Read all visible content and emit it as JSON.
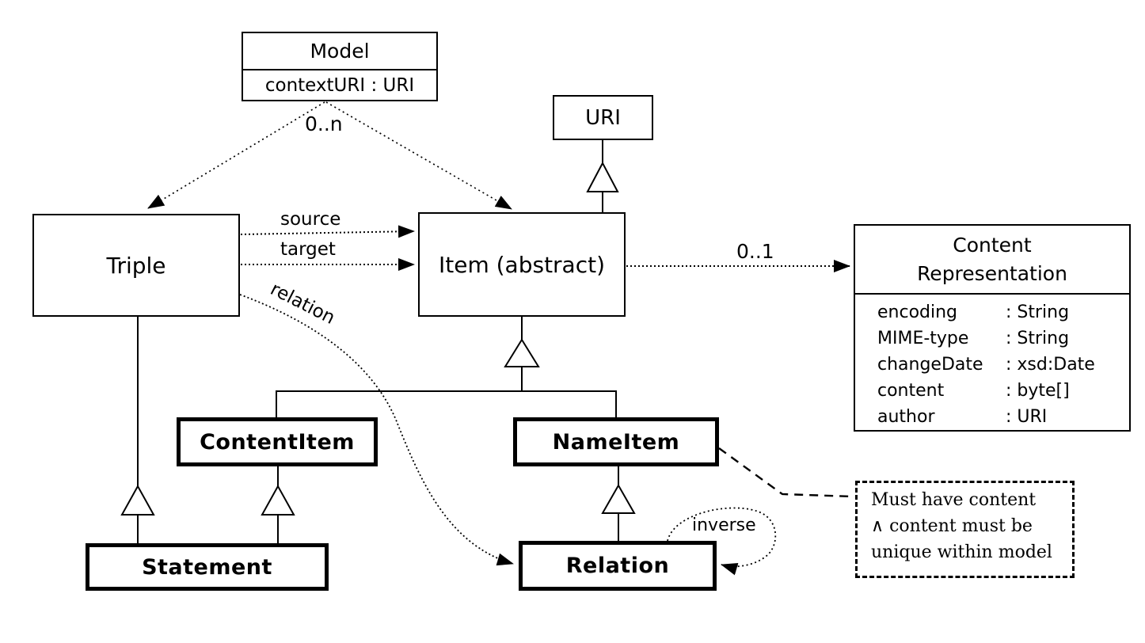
{
  "diagram": {
    "kind": "uml-class-diagram",
    "background_color": "#ffffff",
    "line_color": "#000000"
  },
  "classes": {
    "model": {
      "name": "Model",
      "attributes": [
        "contextURI : URI"
      ]
    },
    "uri": {
      "name": "URI"
    },
    "triple": {
      "name": "Triple"
    },
    "item": {
      "name": "Item (abstract)"
    },
    "content_representation": {
      "name_lines": [
        "Content",
        "Representation"
      ],
      "attributes": [
        {
          "name": "encoding",
          "type": ": String"
        },
        {
          "name": "MIME-type",
          "type": ": String"
        },
        {
          "name": "changeDate",
          "type": ": xsd:Date"
        },
        {
          "name": "content",
          "type": ": byte[]"
        },
        {
          "name": "author",
          "type": ": URI"
        }
      ]
    },
    "content_item": {
      "name": "ContentItem"
    },
    "name_item": {
      "name": "NameItem"
    },
    "statement": {
      "name": "Statement"
    },
    "relation": {
      "name": "Relation"
    }
  },
  "edge_labels": {
    "model_items_multiplicity": "0..n",
    "source": "source",
    "target": "target",
    "relation": "relation",
    "content_rep_multiplicity": "0..1",
    "inverse": "inverse"
  },
  "note": {
    "lines": [
      "Must have content",
      "∧ content must be",
      "unique within model"
    ]
  }
}
